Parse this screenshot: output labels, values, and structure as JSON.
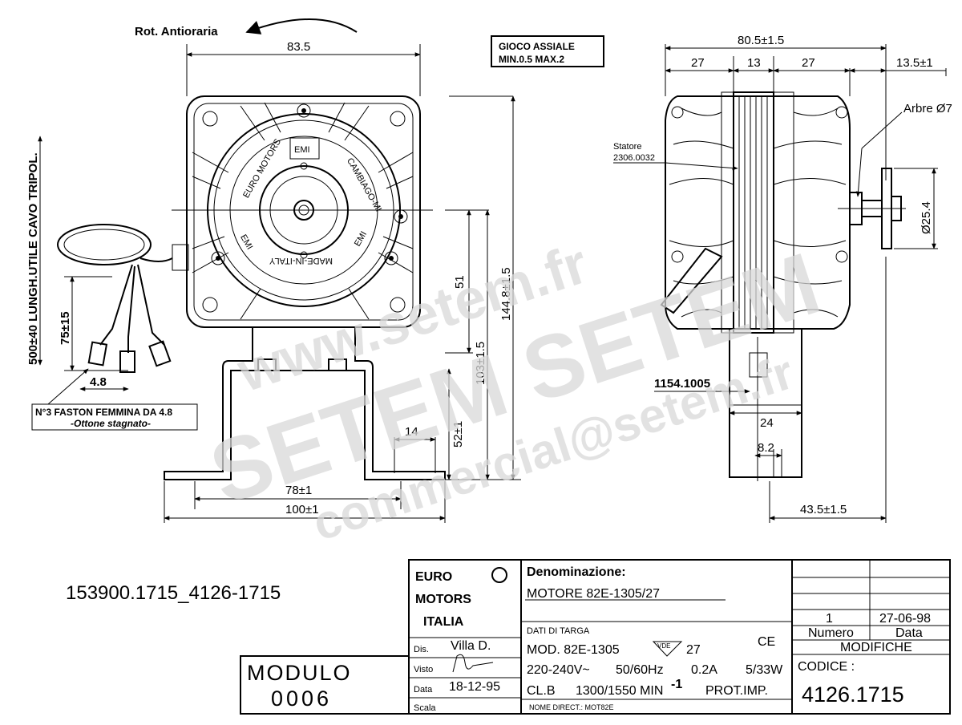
{
  "drawing": {
    "rotation_label": "Rot. Antioraria",
    "axial_play": [
      "GIOCO ASSIALE",
      "MIN.0.5 MAX.2"
    ],
    "cable_label": "500±40 LUNGH.UTILE CAVO TRIPOL.",
    "faston_label": [
      "N°3 FASTON FEMMINA DA 4.8",
      "-Ottone stagnato-"
    ],
    "stator_label": [
      "Statore",
      "2306.0032"
    ],
    "shaft_label": "Arbre Ø7",
    "part_code": "1154.1005",
    "motor_text": {
      "brand": "EMI",
      "left_arc": "EURO MOTORS",
      "right_arc": "CAMBIAGO-MI",
      "bottom_arc": "MADE-IN-ITALY"
    },
    "dimensions": {
      "d83_5": "83.5",
      "d80_5": "80.5±1.5",
      "d27a": "27",
      "d13": "13",
      "d27b": "27",
      "d13_5": "13.5±1",
      "d25_4": "Ø25.4",
      "d51": "51",
      "d103": "103±1.5",
      "d144": "144.8±1.5",
      "d75": "75±15",
      "d4_8": "4.8",
      "d52": "52±1",
      "d14": "14",
      "d78": "78±1",
      "d100": "100±1",
      "d24": "24",
      "d8_2": "8.2",
      "d43_5": "43.5±1.5"
    }
  },
  "watermark": {
    "site": "www.setem.fr",
    "brand": "SETEM SETEM",
    "email": "commercial@setem.fr"
  },
  "reference": "153900.1715_4126-1715",
  "modulo": {
    "label": "MODULO",
    "number": "0006"
  },
  "title_block": {
    "logo": [
      "EURO",
      "MOTORS",
      "ITALIA"
    ],
    "dis_label": "Dis.",
    "dis_value": "Villa D.",
    "visto_label": "Visto",
    "data_label": "Data",
    "data_value": "18-12-95",
    "scala_label": "Scala",
    "denominazione_label": "Denominazione:",
    "denominazione_value": "MOTORE 82E-1305/27",
    "dati_label": "DATI DI TARGA",
    "mod_prefix": "MOD. 82E-1305",
    "vde": "VDE",
    "mod_suffix": "27",
    "ce": "CE",
    "elec": [
      "220-240V~",
      "50/60Hz",
      "0.2A",
      "5/33W"
    ],
    "cl": [
      "CL.B",
      "1300/1550 MIN",
      "-1",
      "PROT.IMP."
    ],
    "nome_direct": "NOME DIRECT.: MOT82E",
    "rev_no": "1",
    "rev_date": "27-06-98",
    "numero_label": "Numero",
    "data_col_label": "Data",
    "modifiche_label": "MODIFICHE",
    "codice_label": "CODICE :",
    "codice_value": "4126.1715"
  }
}
